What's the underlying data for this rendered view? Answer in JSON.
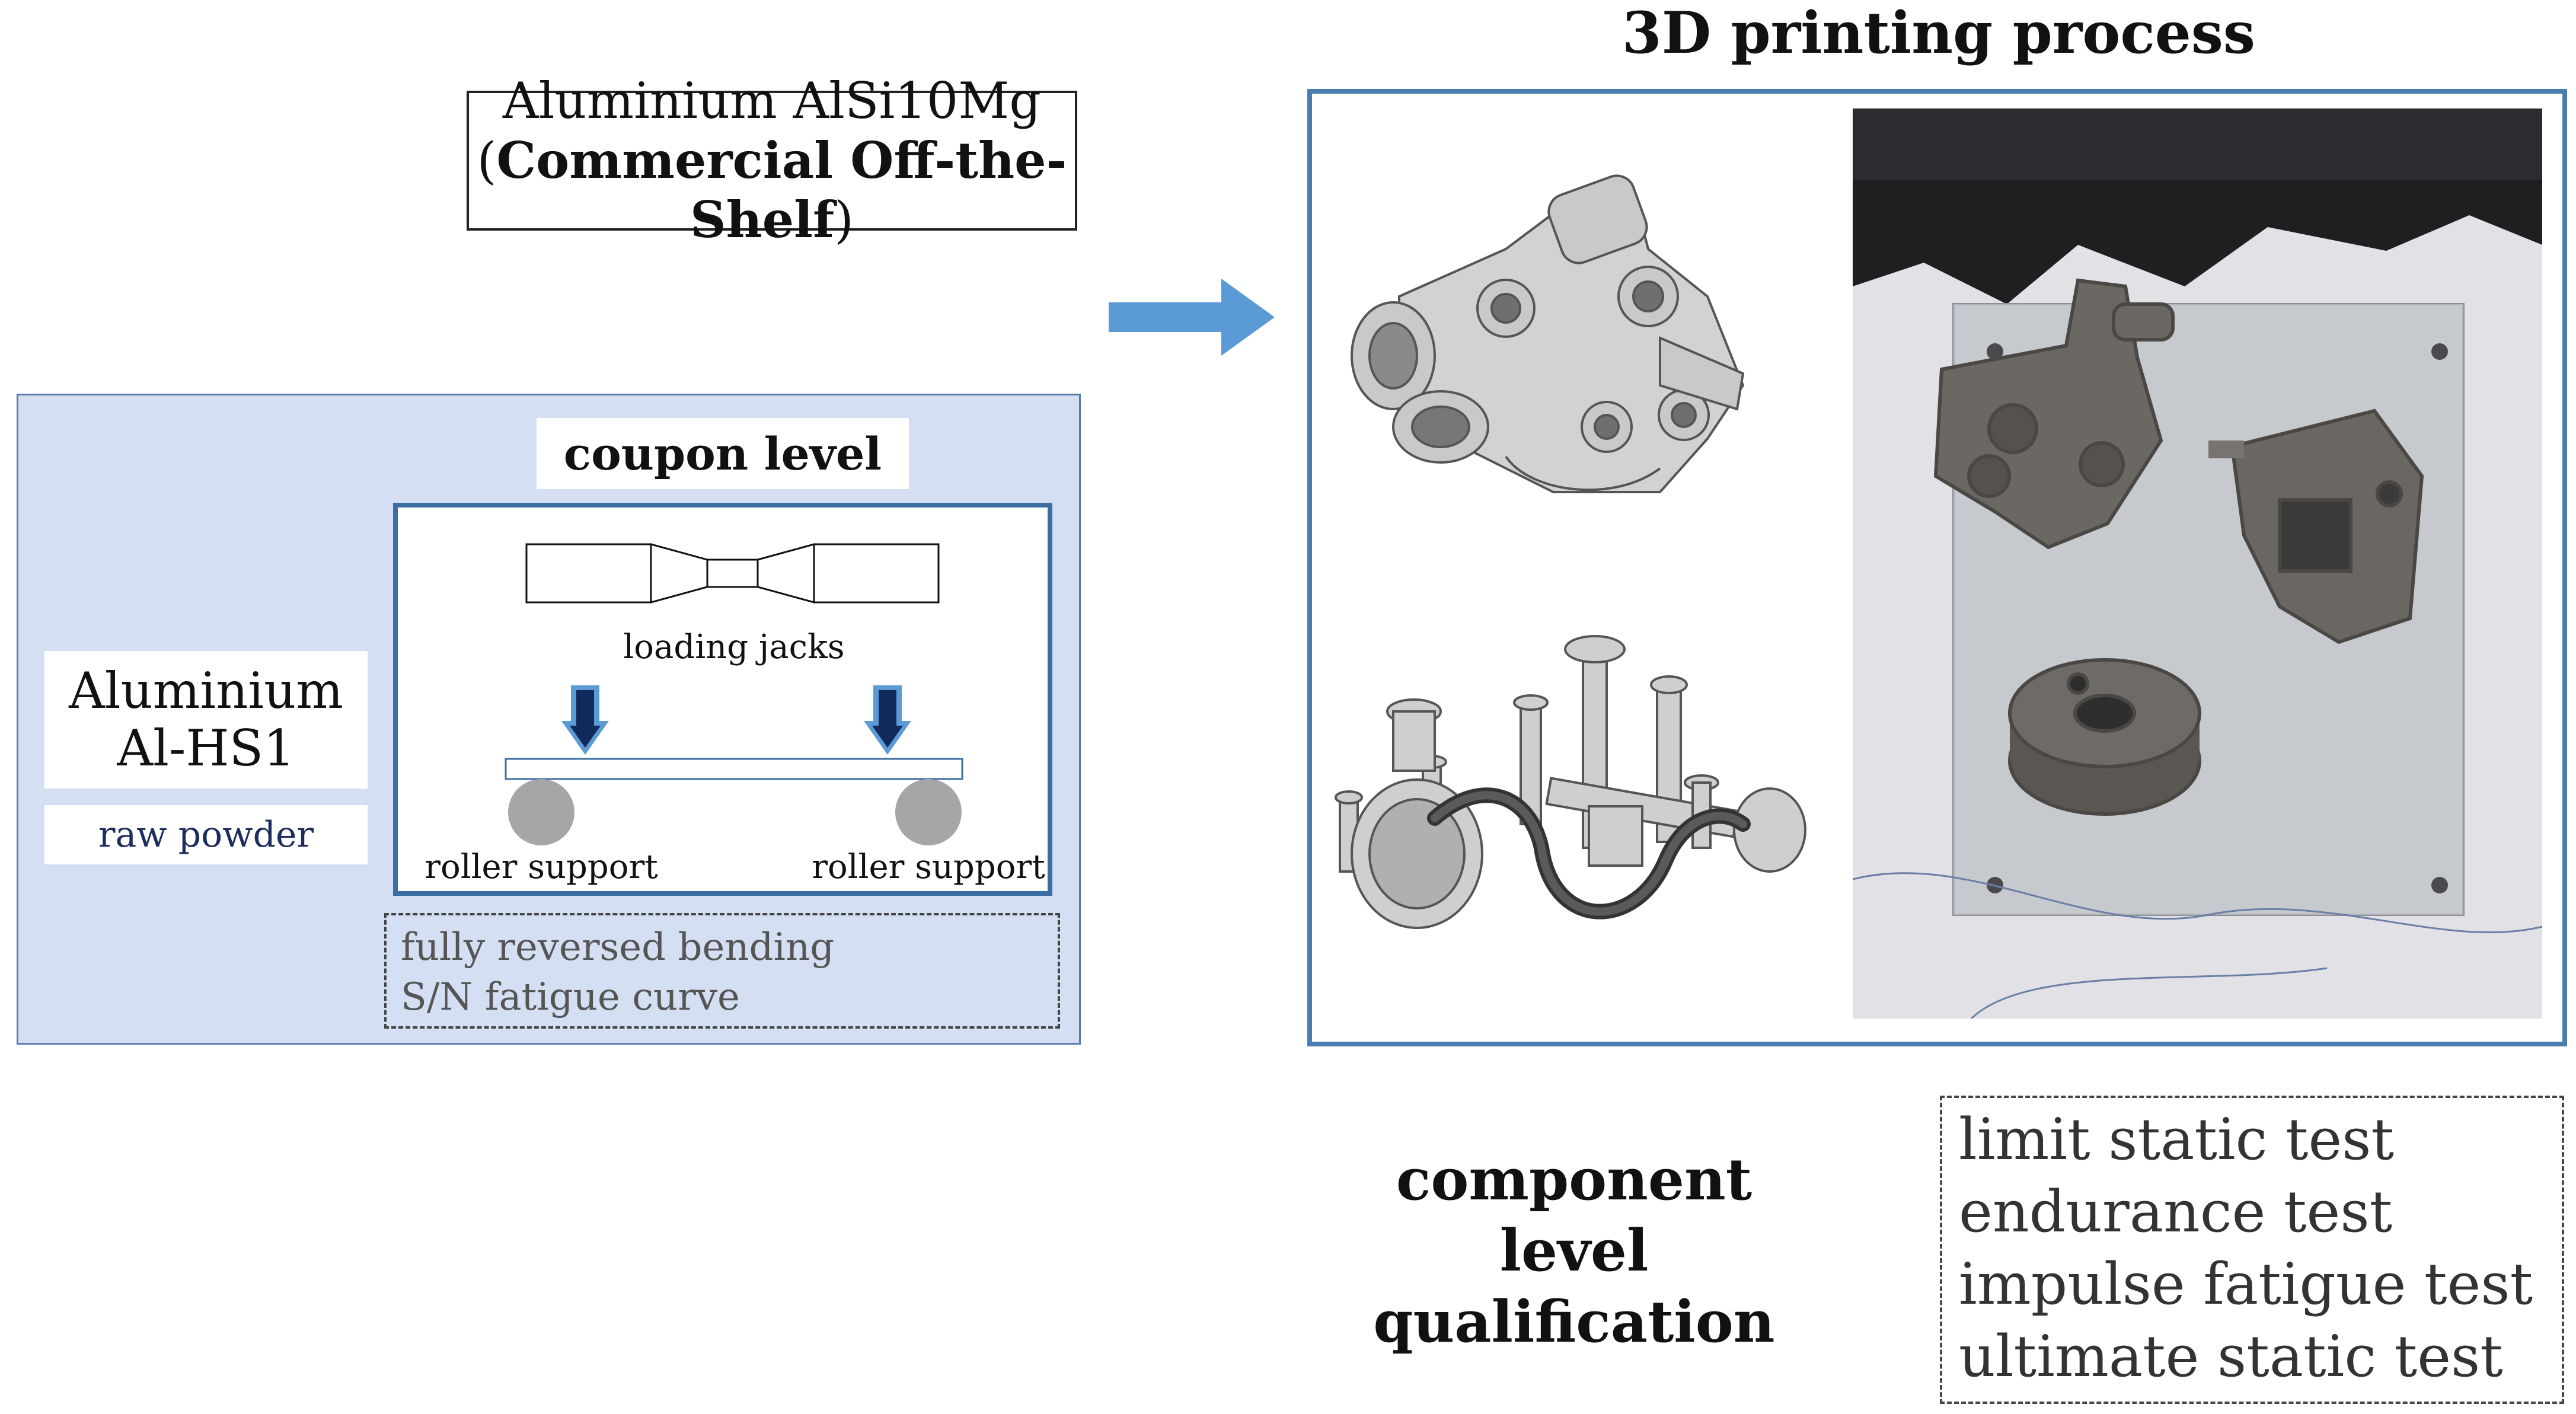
{
  "title": "3D printing process",
  "cots": {
    "material": "Aluminium AlSi10Mg",
    "open_paren": "(",
    "qualifier": "Commercial Off-the-Shelf",
    "close_paren": ")"
  },
  "coupon": {
    "title": "coupon level",
    "material_line1": "Aluminium",
    "material_line2": "Al-HS1",
    "powder": "raw powder",
    "jacks_label": "loading jacks",
    "support_left": "roller support",
    "support_right": "roller support",
    "notes": [
      "fully reversed bending",
      "S/N fatigue curve"
    ]
  },
  "component": {
    "title_line1": "component level",
    "title_line2": "qualification",
    "tests": [
      "limit static test",
      "endurance test",
      "impulse fatigue test",
      "ultimate static test"
    ]
  },
  "colors": {
    "arrow": "#5b9bd5",
    "panel_fill": "#d5dff3",
    "frame_blue": "#3c6ea3",
    "jack_dark": "#102a5c",
    "jack_light": "#5b9bd5",
    "roller": "#a6a6a6"
  }
}
